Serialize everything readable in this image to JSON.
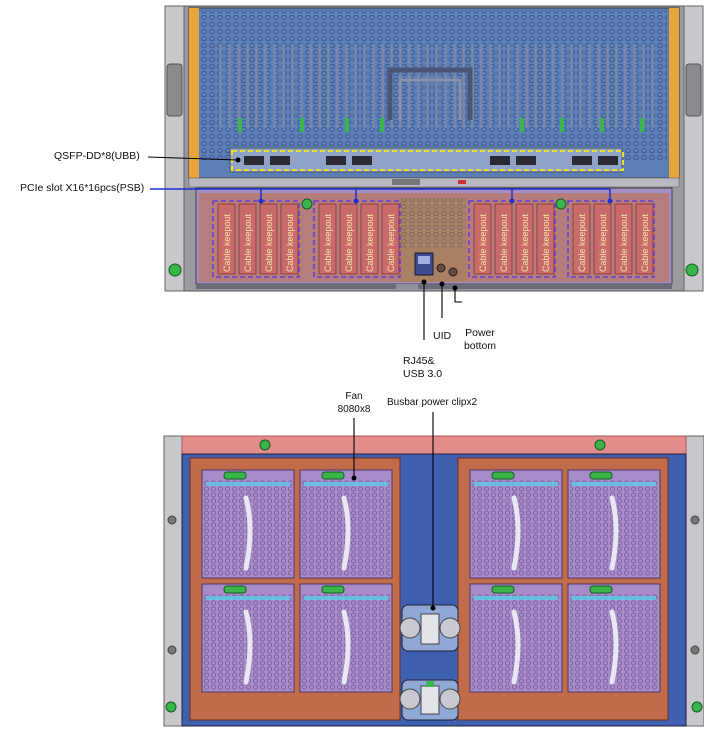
{
  "labels": {
    "qsfp": "QSFP-DD*8(UBB)",
    "pcie": "PCIe slot X16*16pcs(PSB)",
    "uid": "UID",
    "power": "Power",
    "power2": "bottom",
    "rj45": "RJ45&",
    "usb": "USB 3.0",
    "fan": "Fan",
    "fan2": "8080x8",
    "busbar": "Busbar power clipx2"
  },
  "slot_text": "Cable keepout",
  "colors": {
    "chassis": "#9a9aa0",
    "tray": "#5b7fb6",
    "handle": "#e8a53a",
    "slot": "#c96b6b",
    "cage": "#a98bc9",
    "frame": "#c26b4a",
    "rear_plate": "#3f5fb0",
    "top_strip": "#e28c8c",
    "green": "#39b54a",
    "dash_yellow": "#e8e030",
    "dash_purple": "#6b3fd0",
    "leader_blue": "#1f2fd6"
  }
}
